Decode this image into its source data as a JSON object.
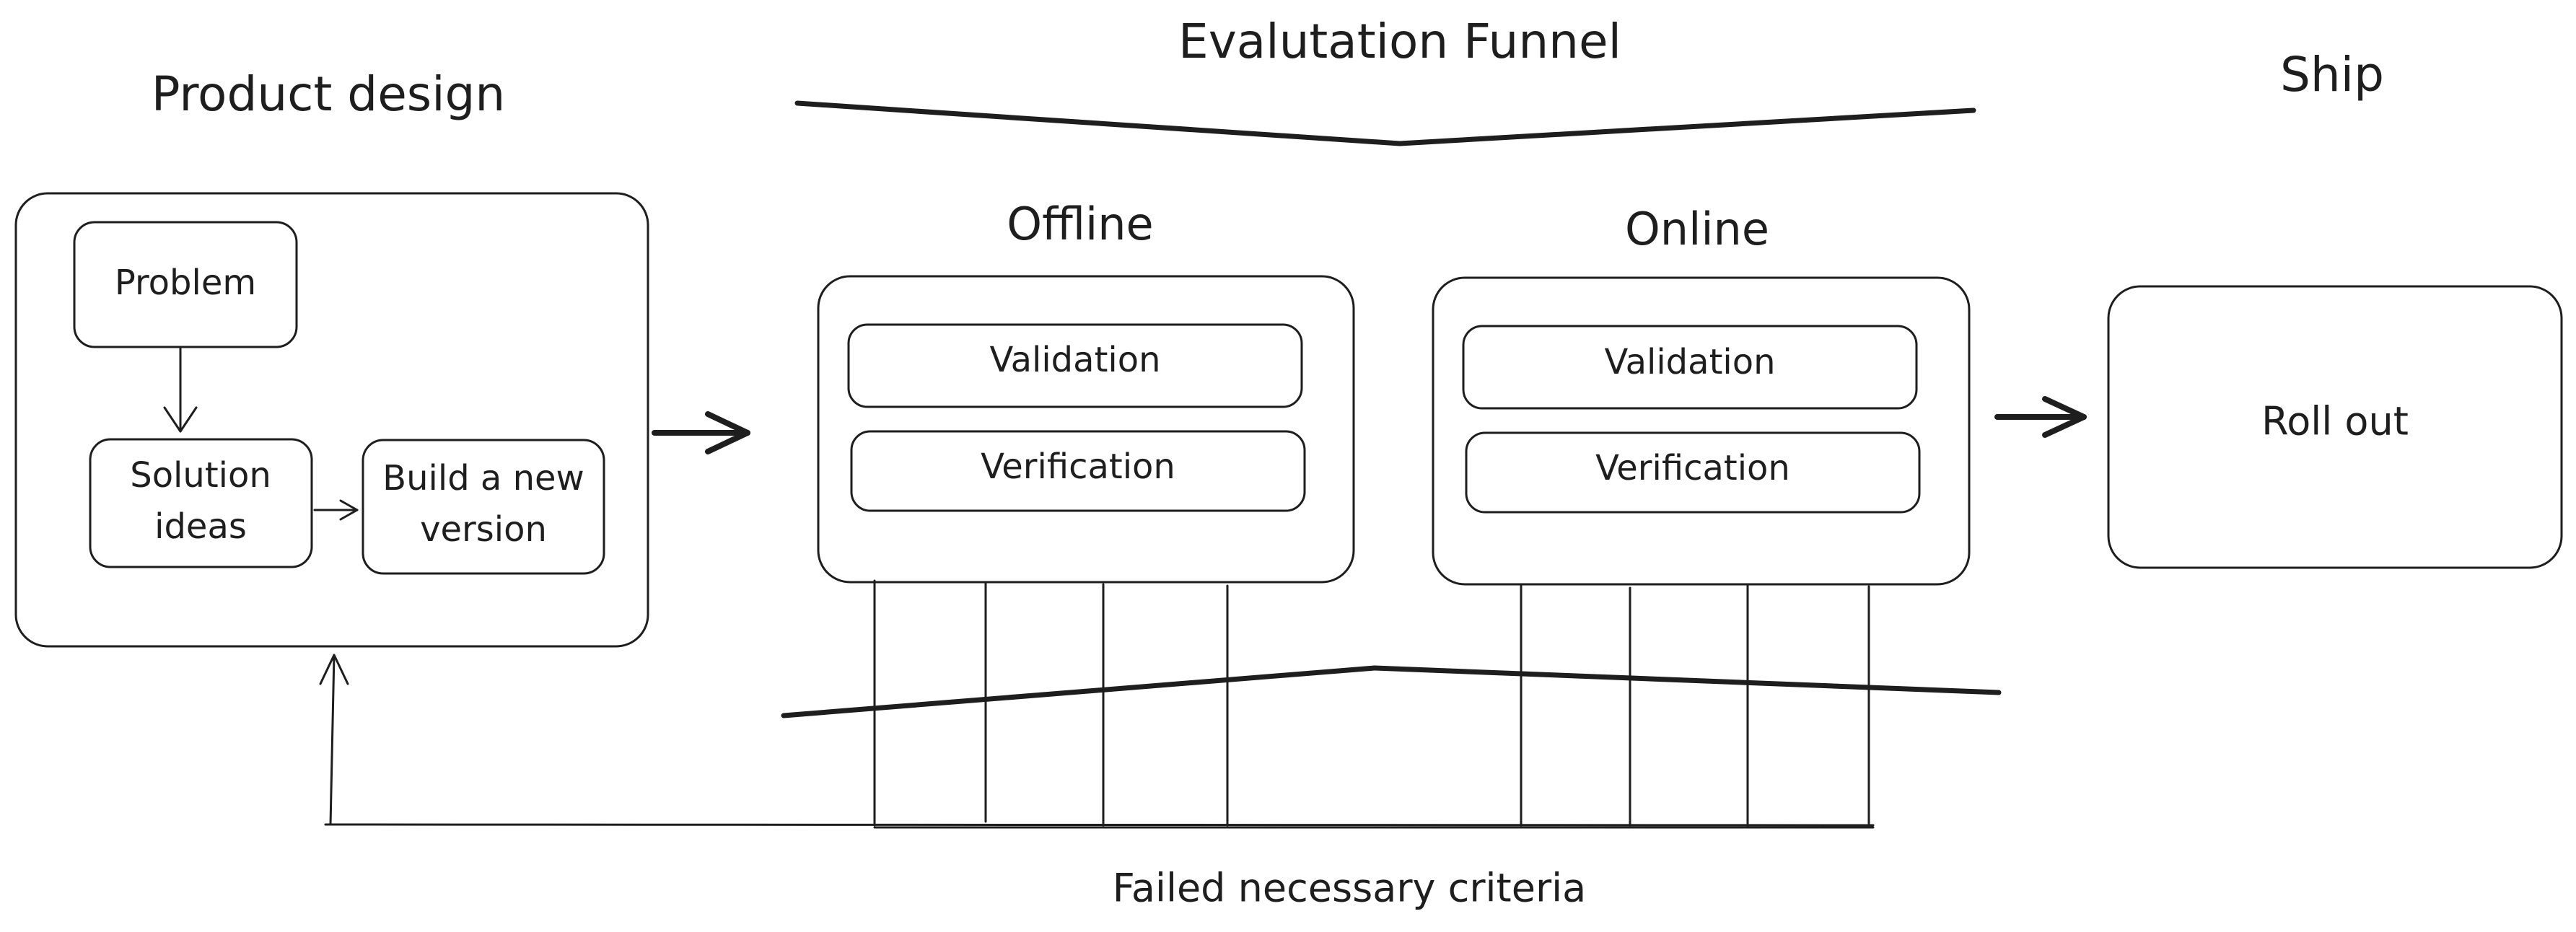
{
  "headings": {
    "product_design": "Product design",
    "evaluation_funnel": "Evalutation Funnel",
    "ship": "Ship",
    "offline": "Offline",
    "online": "Online"
  },
  "product_design": {
    "problem": "Problem",
    "solution_line1": "Solution",
    "solution_line2": "ideas",
    "build_line1": "Build a new",
    "build_line2": "version"
  },
  "offline": {
    "validation": "Validation",
    "verification": "Verification"
  },
  "online": {
    "validation": "Validation",
    "verification": "Verification"
  },
  "ship": {
    "rollout": "Roll out"
  },
  "feedback": {
    "caption": "Failed necessary criteria"
  }
}
